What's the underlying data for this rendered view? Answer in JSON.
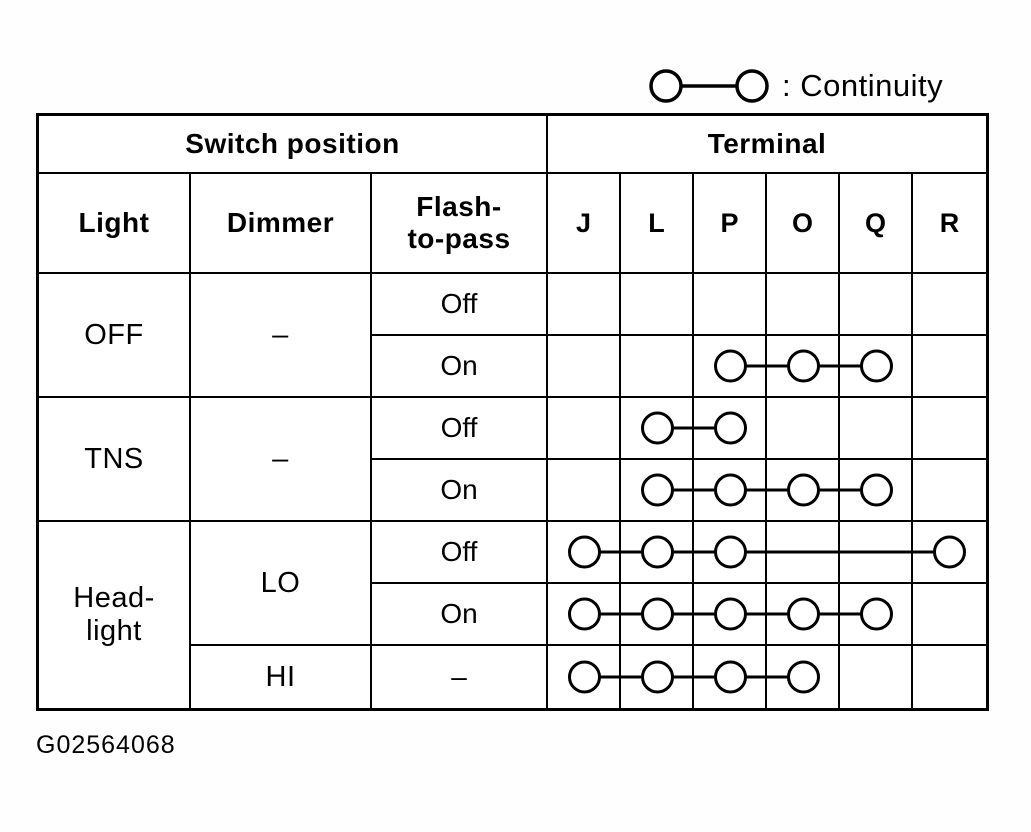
{
  "legend": {
    "symbol": "continuity-symbol",
    "label": ": Continuity"
  },
  "figure_id": "G02564068",
  "colors": {
    "ink": "#000000",
    "paper": "#ffffff"
  },
  "table": {
    "headers": {
      "switch_position": "Switch position",
      "terminal": "Terminal",
      "light": "Light",
      "dimmer": "Dimmer",
      "flash_to_pass": "Flash-\nto-pass"
    },
    "terminals": [
      "J",
      "L",
      "P",
      "O",
      "Q",
      "R"
    ],
    "light_groups": [
      {
        "label": "OFF",
        "rowspan": 2
      },
      {
        "label": "TNS",
        "rowspan": 2
      },
      {
        "label": "Head-\nlight",
        "rowspan": 3
      }
    ],
    "dimmer_groups": [
      {
        "label": "–",
        "rowspan": 2
      },
      {
        "label": "–",
        "rowspan": 2
      },
      {
        "label": "LO",
        "rowspan": 2
      },
      {
        "label": "HI",
        "rowspan": 1
      }
    ],
    "rows": [
      {
        "flash": "Off",
        "continuity": []
      },
      {
        "flash": "On",
        "continuity": [
          "P",
          "O",
          "Q"
        ]
      },
      {
        "flash": "Off",
        "continuity": [
          "L",
          "P"
        ]
      },
      {
        "flash": "On",
        "continuity": [
          "L",
          "P",
          "O",
          "Q"
        ]
      },
      {
        "flash": "Off",
        "continuity": [
          "J",
          "L",
          "P",
          "R"
        ]
      },
      {
        "flash": "On",
        "continuity": [
          "J",
          "L",
          "P",
          "O",
          "Q"
        ]
      },
      {
        "flash": "–",
        "continuity": [
          "J",
          "L",
          "P",
          "O"
        ]
      }
    ]
  }
}
